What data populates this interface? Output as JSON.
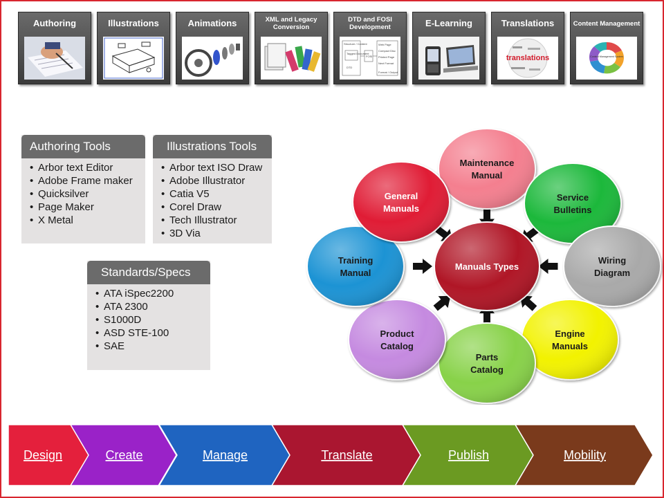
{
  "tiles": [
    {
      "label": "Authoring",
      "icon": "writing-hand-icon"
    },
    {
      "label": "Illustrations",
      "icon": "technical-drawing-icon"
    },
    {
      "label": "Animations",
      "icon": "exploded-gear-icon"
    },
    {
      "label": "XML and Legacy Conversion",
      "icon": "document-stack-icon"
    },
    {
      "label": "DTD and FOSI Development",
      "icon": "flowchart-icon",
      "sub": {
        "a": "Structure / Content",
        "b": "Tagged Document",
        "c": "DTD",
        "d": "FOSI",
        "e": "Web Page",
        "f": "Compact Disc",
        "g": "Printed Page",
        "h": "Next Format",
        "i": "Format / Output"
      }
    },
    {
      "label": "E-Learning",
      "icon": "phone-laptop-icon"
    },
    {
      "label": "Translations",
      "icon": "word-sphere-icon",
      "word": "translations"
    },
    {
      "label": "Content Management",
      "icon": "cycle-diagram-icon",
      "center": "Content Management System"
    }
  ],
  "authoring_tools": {
    "title": "Authoring Tools",
    "items": [
      "Arbor text Editor",
      "Adobe Frame maker",
      "Quicksilver",
      "Page Maker",
      "X Metal"
    ]
  },
  "illustration_tools": {
    "title": "Illustrations Tools",
    "items": [
      "Arbor text ISO Draw",
      "Adobe Illustrator",
      "Catia V5",
      "Corel Draw",
      "Tech Illustrator",
      "3D Via"
    ]
  },
  "standards": {
    "title": "Standards/Specs",
    "items": [
      "ATA iSpec2200",
      "ATA 2300",
      "S1000D",
      "ASD STE-100",
      "SAE"
    ]
  },
  "manual_types": {
    "center": "Manuals Types",
    "center_color": "#b01428",
    "nodes": [
      {
        "line1": "Maintenance",
        "line2": "Manual",
        "color": "#f47f8f",
        "text": "#1a1a1a"
      },
      {
        "line1": "Service",
        "line2": "Bulletins",
        "color": "#1fb83a",
        "text": "#1a1a1a"
      },
      {
        "line1": "Wiring",
        "line2": "Diagram",
        "color": "#a9a9a9",
        "text": "#1a1a1a"
      },
      {
        "line1": "Engine",
        "line2": "Manuals",
        "color": "#f2f200",
        "text": "#1a1a1a"
      },
      {
        "line1": "Parts",
        "line2": "Catalog",
        "color": "#88d24a",
        "text": "#1a1a1a"
      },
      {
        "line1": "Product",
        "line2": "Catalog",
        "color": "#c58ae0",
        "text": "#1a1a1a"
      },
      {
        "line1": "Training",
        "line2": "Manual",
        "color": "#1e93d4",
        "text": "#1a1a1a"
      },
      {
        "line1": "General",
        "line2": "Manuals",
        "color": "#e01a36",
        "text": "#ffffff"
      }
    ]
  },
  "process": [
    {
      "label": "Design",
      "color": "#e4203c"
    },
    {
      "label": "Create",
      "color": "#9a22c8"
    },
    {
      "label": "Manage",
      "color": "#1f64c0"
    },
    {
      "label": "Translate",
      "color": "#aa1630"
    },
    {
      "label": "Publish",
      "color": "#6b9a22"
    },
    {
      "label": "Mobility",
      "color": "#7a3a1c"
    }
  ]
}
